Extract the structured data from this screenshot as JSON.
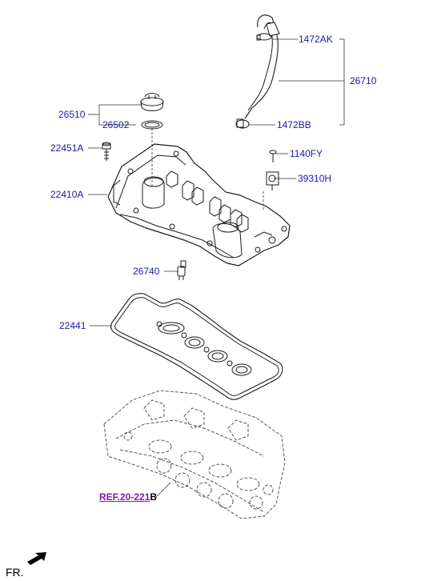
{
  "diagram": {
    "parts": [
      {
        "key": "p1472ak",
        "label": "1472AK"
      },
      {
        "key": "p26710",
        "label": "26710"
      },
      {
        "key": "p26510",
        "label": "26510"
      },
      {
        "key": "p26502",
        "label": "26502"
      },
      {
        "key": "p1472bb",
        "label": "1472BB"
      },
      {
        "key": "p22451a",
        "label": "22451A"
      },
      {
        "key": "p1140fy",
        "label": "1140FY"
      },
      {
        "key": "p39310h",
        "label": "39310H"
      },
      {
        "key": "p22410a",
        "label": "22410A"
      },
      {
        "key": "p26740",
        "label": "26740"
      },
      {
        "key": "p22441",
        "label": "22441"
      }
    ],
    "reference": {
      "link_text": "REF.20-221",
      "suffix": "B"
    },
    "orientation": "FR."
  }
}
